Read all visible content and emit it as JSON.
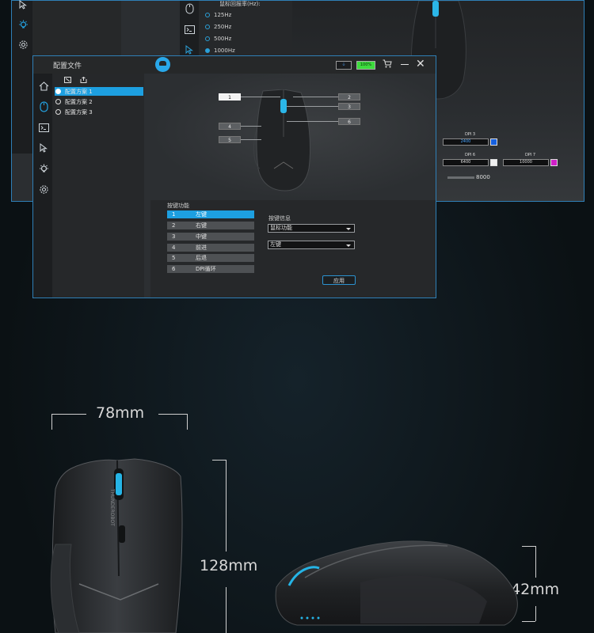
{
  "back_window": {
    "polling_title": "鼠标回报率(Hz):",
    "rates": [
      {
        "label": "125Hz",
        "selected": false
      },
      {
        "label": "250Hz",
        "selected": false
      },
      {
        "label": "500Hz",
        "selected": false
      },
      {
        "label": "1000Hz",
        "selected": true
      }
    ],
    "dpi_boxes": [
      {
        "label": "DPI 3",
        "value": "2400",
        "color": "#1560e0"
      },
      {
        "label": "DPI 6",
        "value": "6400",
        "color": "#f0f0f0"
      },
      {
        "label": "DPI 7",
        "value": "10000",
        "color": "#d020c8"
      }
    ],
    "slider_value": "8000"
  },
  "front_window": {
    "title": "配置文件",
    "battery": "100%",
    "profiles": [
      {
        "label": "配置方案 1",
        "selected": true
      },
      {
        "label": "配置方案 2",
        "selected": false
      },
      {
        "label": "配置方案 3",
        "selected": false
      }
    ],
    "callouts": [
      "1",
      "2",
      "3",
      "4",
      "5",
      "6"
    ],
    "button_function_title": "按键功能",
    "buttons": [
      {
        "num": "1",
        "label": "左键",
        "selected": true
      },
      {
        "num": "2",
        "label": "右键",
        "selected": false
      },
      {
        "num": "3",
        "label": "中键",
        "selected": false
      },
      {
        "num": "4",
        "label": "前进",
        "selected": false
      },
      {
        "num": "5",
        "label": "后退",
        "selected": false
      },
      {
        "num": "6",
        "label": "DPI循环",
        "selected": false
      }
    ],
    "button_info_title": "按键信息",
    "select_category": "鼠标功能",
    "select_action": "左键",
    "apply_label": "应用"
  },
  "dimensions": {
    "width": "78mm",
    "length": "128mm",
    "height": "42mm"
  },
  "colors": {
    "accent": "#1d9fe0",
    "battery_green": "#3ddc3d"
  }
}
